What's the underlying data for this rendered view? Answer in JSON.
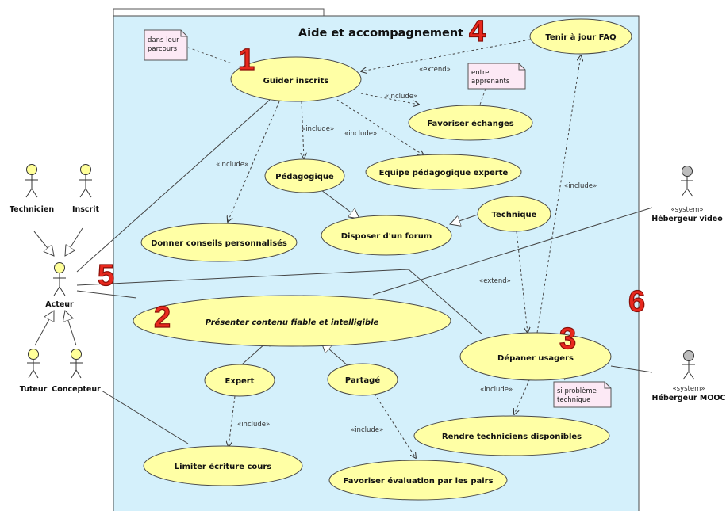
{
  "system": {
    "title": "Aide et accompagnement",
    "fill": "#d4f0fb",
    "border": "#4a4a4a"
  },
  "colors": {
    "usecase_fill": "#ffffa5",
    "usecase_border": "#4a4a4a",
    "note_fill": "#fce9f5",
    "actor_yellow": "#ffff99",
    "actor_gray": "#bdbdbd",
    "number_red": "#e8281e"
  },
  "use_cases": [
    {
      "id": "guider",
      "label": "Guider inscrits"
    },
    {
      "id": "presenter",
      "label": "Présenter contenu fiable et intelligible"
    },
    {
      "id": "depaner",
      "label": "Dépaner usagers"
    },
    {
      "id": "faq",
      "label": "Tenir à jour FAQ"
    },
    {
      "id": "echanges",
      "label": "Favoriser échanges"
    },
    {
      "id": "pedago",
      "label": "Pédagogique"
    },
    {
      "id": "equipe",
      "label": "Equipe pédagogique experte"
    },
    {
      "id": "conseils",
      "label": "Donner conseils personnalisés"
    },
    {
      "id": "forum",
      "label": "Disposer d'un forum"
    },
    {
      "id": "technique",
      "label": "Technique"
    },
    {
      "id": "expert",
      "label": "Expert"
    },
    {
      "id": "partage",
      "label": "Partagé"
    },
    {
      "id": "limiter",
      "label": "Limiter écriture cours"
    },
    {
      "id": "evaluation",
      "label": "Favoriser évaluation par les pairs"
    },
    {
      "id": "techniciens",
      "label": "Rendre techniciens disponibles"
    }
  ],
  "actors": [
    {
      "id": "technicien",
      "label": "Technicien",
      "stereotype": ""
    },
    {
      "id": "inscrit",
      "label": "Inscrit",
      "stereotype": ""
    },
    {
      "id": "acteur",
      "label": "Acteur",
      "stereotype": ""
    },
    {
      "id": "tuteur",
      "label": "Tuteur",
      "stereotype": ""
    },
    {
      "id": "concepteur",
      "label": "Concepteur",
      "stereotype": ""
    },
    {
      "id": "hebvideo",
      "label": "Hébergeur video",
      "stereotype": "«system»"
    },
    {
      "id": "hebmooc",
      "label": "Hébergeur MOOC",
      "stereotype": "«system»"
    }
  ],
  "notes": [
    {
      "id": "note-parcours",
      "lines": [
        "dans leur",
        "parcours"
      ]
    },
    {
      "id": "note-apprenants",
      "lines": [
        "entre",
        "apprenants"
      ]
    },
    {
      "id": "note-probleme",
      "lines": [
        "si problème",
        "technique"
      ]
    }
  ],
  "relationships": [
    {
      "type": "extend",
      "label": "«extend»",
      "from": "faq",
      "to": "guider"
    },
    {
      "type": "include",
      "label": "«include»",
      "from": "guider",
      "to": "echanges"
    },
    {
      "type": "include",
      "label": "«include»",
      "from": "guider",
      "to": "pedago"
    },
    {
      "type": "include",
      "label": "«include»",
      "from": "guider",
      "to": "equipe"
    },
    {
      "type": "include",
      "label": "«include»",
      "from": "guider",
      "to": "conseils"
    },
    {
      "type": "include",
      "label": "«include»",
      "from": "depaner",
      "to": "faq"
    },
    {
      "type": "extend",
      "label": "«extend»",
      "from": "technique",
      "to": "depaner"
    },
    {
      "type": "include",
      "label": "«include»",
      "from": "depaner",
      "to": "techniciens"
    },
    {
      "type": "include",
      "label": "«include»",
      "from": "expert",
      "to": "limiter"
    },
    {
      "type": "include",
      "label": "«include»",
      "from": "partage",
      "to": "evaluation"
    },
    {
      "type": "generalization",
      "from": "pedago",
      "to": "forum"
    },
    {
      "type": "generalization",
      "from": "technique",
      "to": "forum"
    },
    {
      "type": "generalization",
      "from": "expert",
      "to": "presenter"
    },
    {
      "type": "generalization",
      "from": "partage",
      "to": "presenter"
    }
  ],
  "markers": [
    "1",
    "2",
    "3",
    "4",
    "5",
    "6"
  ]
}
